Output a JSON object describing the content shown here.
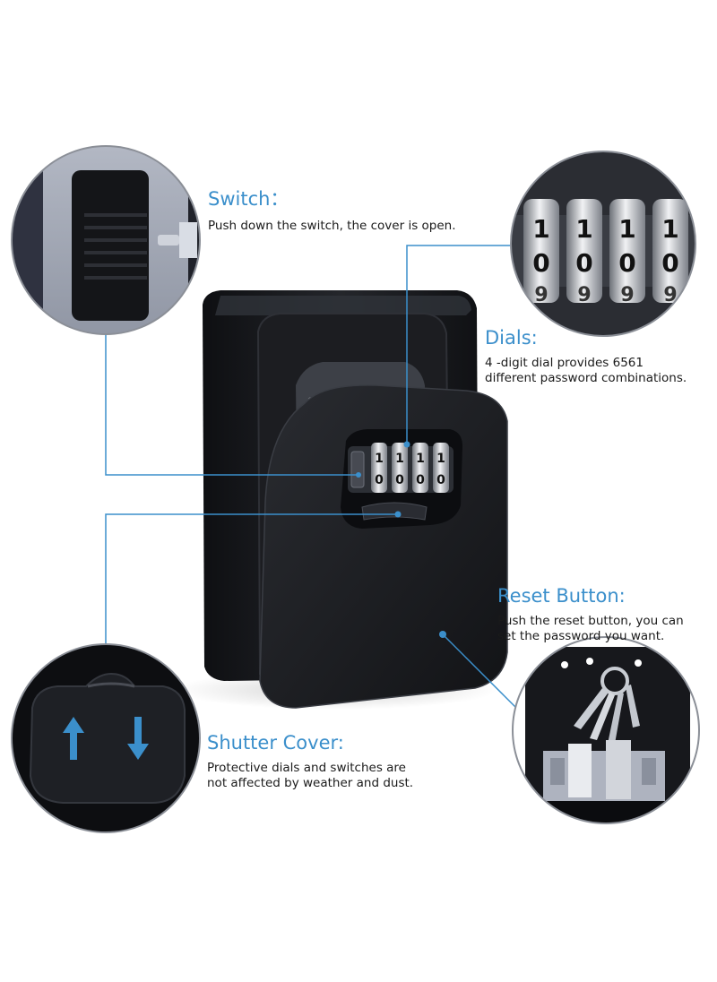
{
  "colors": {
    "accent": "#3b8fcb",
    "body_text": "#1a1a1a",
    "lockbox": "#15161a"
  },
  "callouts": {
    "switch": {
      "title": "Switch：",
      "lines": [
        "Push down the switch, the cover is open."
      ]
    },
    "dials": {
      "title": "Dials:",
      "lines": [
        "4 -digit dial provides 6561",
        "different password combinations."
      ]
    },
    "reset": {
      "title": "Reset Button:",
      "lines": [
        "Push the reset button, you can",
        "set the password you want."
      ]
    },
    "shutter": {
      "title": "Shutter Cover:",
      "lines": [
        "Protective dials and switches are",
        "not affected by weather and dust."
      ]
    }
  },
  "dial_digits": {
    "top": [
      "1",
      "1",
      "1",
      "1"
    ],
    "middle": [
      "0",
      "0",
      "0",
      "0"
    ],
    "bottom": [
      "9",
      "9",
      "9",
      "9"
    ]
  },
  "icons": {
    "shutter_arrows": [
      "arrow-up-icon",
      "arrow-down-icon"
    ]
  }
}
